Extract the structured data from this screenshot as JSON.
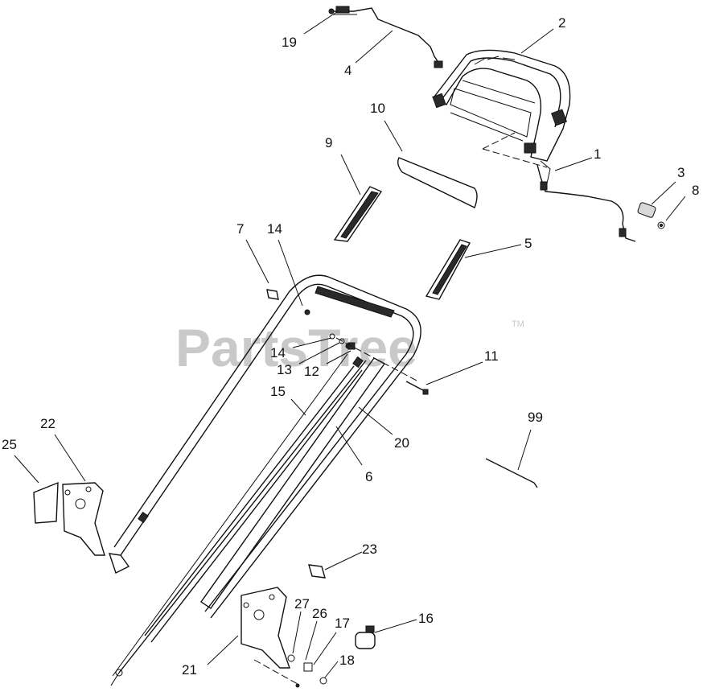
{
  "watermark": {
    "text": "PartsTree",
    "trademark": "TM"
  },
  "callouts": {
    "c1": "1",
    "c2": "2",
    "c3": "3",
    "c4": "4",
    "c5": "5",
    "c6": "6",
    "c7": "7",
    "c8": "8",
    "c9": "9",
    "c10": "10",
    "c11": "11",
    "c12": "12",
    "c13": "13",
    "c14a": "14",
    "c14b": "14",
    "c15": "15",
    "c16": "16",
    "c17": "17",
    "c18": "18",
    "c19": "19",
    "c20": "20",
    "c21": "21",
    "c22": "22",
    "c23": "23",
    "c25": "25",
    "c26": "26",
    "c27": "27",
    "c99": "99"
  }
}
